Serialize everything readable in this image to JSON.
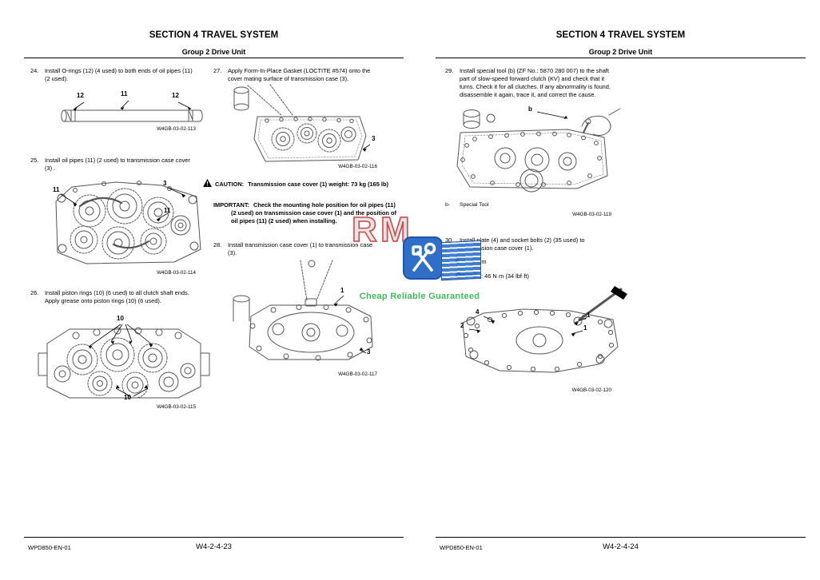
{
  "watermark": {
    "letter_r": "R",
    "letter_m": "M",
    "tagline": "Cheap Reliable Guaranteed",
    "colors": {
      "blue": "#1e63c4",
      "light_blue": "#2e75cf",
      "green": "#2eb84a",
      "red": "#cf3a3a"
    }
  },
  "page_left": {
    "header": {
      "title": "SECTION 4 TRAVEL SYSTEM",
      "subtitle": "Group 2 Drive Unit"
    },
    "footer": {
      "doc_id": "WPD850-EN-01",
      "page_no": "W4-2-4-23"
    },
    "steps": {
      "s24": {
        "no": "24.",
        "text": "Install O-rings (12) (4 used) to both ends of oil pipes (11) (2 used)."
      },
      "s25": {
        "no": "25.",
        "text": "Install oil pipes (11) (2 used) to transmission case cover (3) ."
      },
      "s26": {
        "no": "26.",
        "text": "Install piston rings (10) (6 used) to all clutch shaft ends. Apply grease onto piston rings (10) (6 used)."
      },
      "s27": {
        "no": "27.",
        "text": "Apply Form-In-Place Gasket (LOCTITE #574) onto the cover mating surface of transmission case (3)."
      },
      "s28": {
        "no": "28.",
        "text": "Install transmission case cover (1) to transmission case (3)."
      }
    },
    "caution": {
      "label": "CAUTION:",
      "text": "Transmission case cover (1) weight: 73 kg (165 lb)"
    },
    "important": {
      "label": "IMPORTANT:",
      "text": "Check the mounting hole position for oil pipes (11) (2 used) on transmission case cover (1) and the position of oil pipes (11) (2 used) when installing."
    },
    "figures": {
      "f113": {
        "caption": "W4GB-03-02-113",
        "labels": [
          "12",
          "11",
          "12"
        ]
      },
      "f114": {
        "caption": "W4GB-03-02-114",
        "labels": [
          "11",
          "3",
          "11"
        ]
      },
      "f115": {
        "caption": "W4GB-03-02-115",
        "labels": [
          "10",
          "10"
        ]
      },
      "f116": {
        "caption": "W4GB-03-02-116",
        "labels": [
          "3"
        ]
      },
      "f117": {
        "caption": "W4GB-03-02-117",
        "labels": [
          "1",
          "3"
        ]
      }
    }
  },
  "page_right": {
    "header": {
      "title": "SECTION 4 TRAVEL SYSTEM",
      "subtitle": "Group 2 Drive Unit"
    },
    "footer": {
      "doc_id": "WPD850-EN-01",
      "page_no": "W4-2-4-24"
    },
    "steps": {
      "s29": {
        "no": "29.",
        "text": "Install special tool (b) (ZF No.: 5870 280 007) to the shaft part of slow-speed forward clutch (KV) and check that it turns. Check it for all clutches. If any abnormality is found, disassemble it again, trace it, and correct the cause."
      },
      "s30": {
        "no": "30.",
        "text": "Install plate (4) and socket bolts (2) (35 used) to transmission case cover (1)."
      }
    },
    "legend": {
      "key": "b-",
      "value": "Special Tool"
    },
    "specs": {
      "hex": ": 8 mm",
      "torque": ": 46 N·m (34 lbf·ft)"
    },
    "figures": {
      "f119": {
        "caption": "W4GB-03-02-119",
        "labels": [
          "b"
        ]
      },
      "f120": {
        "caption": "W4GB-03-02-120",
        "labels": [
          "4",
          "2",
          "1",
          "1"
        ]
      }
    }
  }
}
